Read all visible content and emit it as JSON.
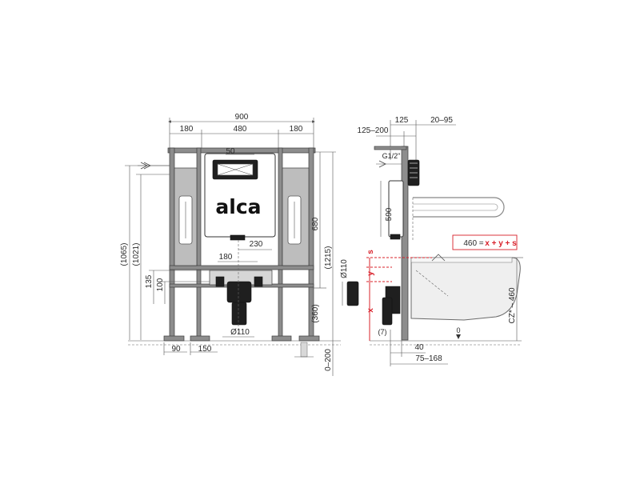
{
  "front_view": {
    "logo": "alca",
    "dims": {
      "overall_width": "900",
      "left_side": "180",
      "center": "480",
      "right_side": "180",
      "button_width": "50",
      "outlet_offset": "230",
      "outlet_center": "180",
      "height_1065": "(1065)",
      "height_1021": "(1021)",
      "height_135": "135",
      "height_100": "100",
      "height_680": "680",
      "height_1215": "(1215)",
      "height_360": "(360)",
      "pipe_diameter": "Ø110",
      "foot_90": "90",
      "foot_150": "150",
      "adjust": "0–200"
    }
  },
  "side_view": {
    "dims": {
      "depth_125_200": "125–200",
      "depth_125": "125",
      "depth_20_95": "20–95",
      "inlet": "G1/2\"",
      "height_590": "590",
      "pipe_diameter": "Ø110",
      "dim_40": "40",
      "dim_75_168": "75–168",
      "dim_7": "(7)",
      "floor_zero": "0",
      "seat_height": "CZ* – 460"
    },
    "formula": {
      "lhs": "460 =",
      "rhs": "x + y + s"
    },
    "letters": {
      "s": "s",
      "y": "y",
      "x": "x"
    }
  }
}
